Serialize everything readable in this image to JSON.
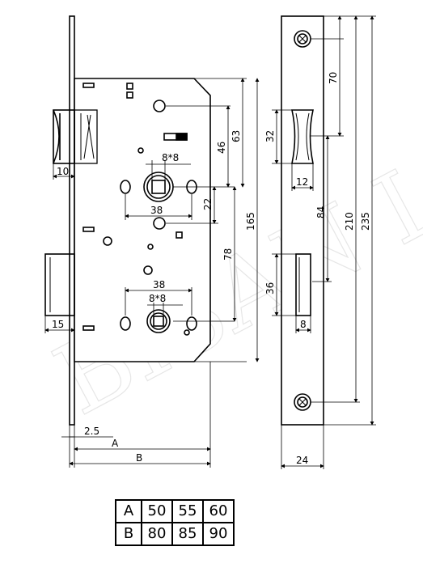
{
  "watermark": "BISAN LAND",
  "dimensions": {
    "backset_latch_width": "10",
    "bolt_width": "15",
    "faceplate_thickness": "2.5",
    "backset_label": "A",
    "case_depth_label": "B",
    "spindle_upper": "8*8",
    "spindle_lower": "8*8",
    "hole_spacing_upper": "38",
    "hole_spacing_lower": "38",
    "upper_offset_46": "46",
    "upper_offset_63": "63",
    "spindle_drop_22": "22",
    "center_distance_78": "78",
    "case_height_165": "165",
    "latch_slot_32": "32",
    "latch_slot_width_12": "12",
    "top_screw_70": "70",
    "screw_span_84": "84",
    "screw_span_210": "210",
    "faceplate_length_235": "235",
    "bolt_slot_36": "36",
    "bolt_slot_width_8": "8",
    "faceplate_width_24": "24"
  },
  "size_table": {
    "rows": [
      {
        "label": "A",
        "values": [
          "50",
          "55",
          "60"
        ]
      },
      {
        "label": "B",
        "values": [
          "80",
          "85",
          "90"
        ]
      }
    ]
  }
}
